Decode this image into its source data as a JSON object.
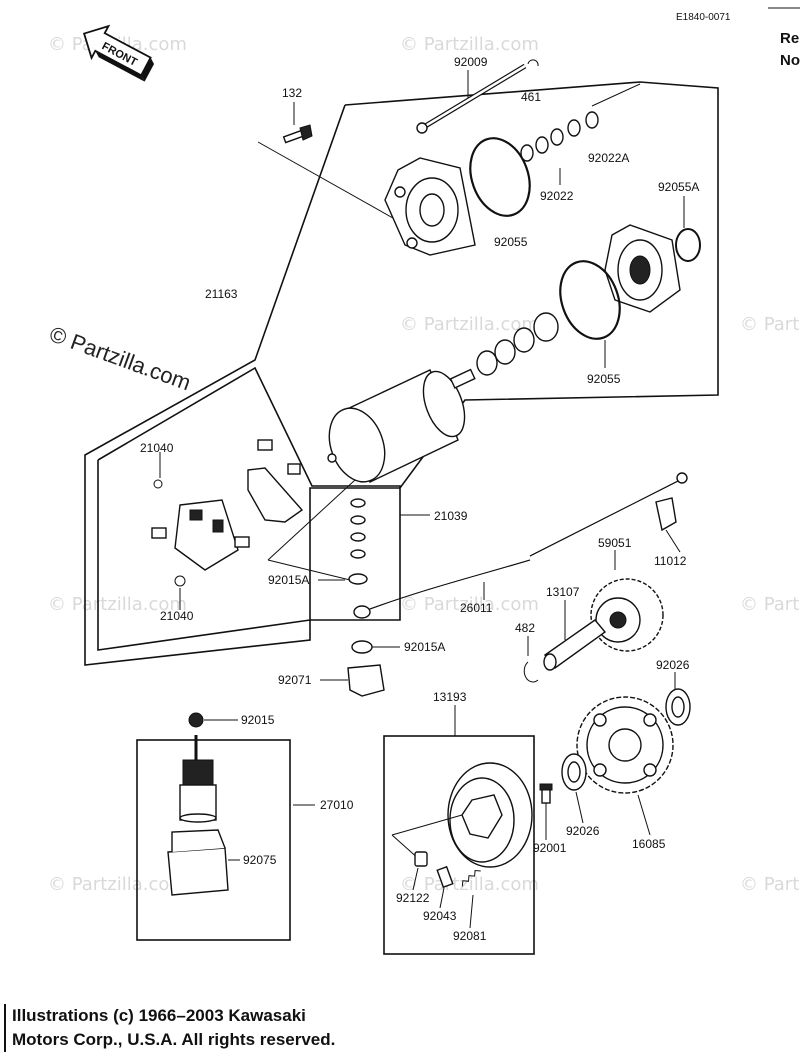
{
  "diagram_code": "E1840-0071",
  "front_label": "FRONT",
  "corner_text": [
    "Re",
    "No"
  ],
  "watermark": "© Partzilla.com",
  "watermark_small": "© Partzilla.com",
  "parts": {
    "p132": "132",
    "p92009": "92009",
    "p461": "461",
    "p92022A": "92022A",
    "p92022": "92022",
    "p92055A": "92055A",
    "p92055_top": "92055",
    "p21163": "21163",
    "p92055_mid": "92055",
    "p21040_top": "21040",
    "p21039": "21039",
    "p11012": "11012",
    "p92015A_1": "92015A",
    "p59051": "59051",
    "p21040_bot": "21040",
    "p13107": "13107",
    "p26011": "26011",
    "p482": "482",
    "p92015A_2": "92015A",
    "p92026_top": "92026",
    "p92071": "92071",
    "p13193": "13193",
    "p92015": "92015",
    "p27010": "27010",
    "p92026_bot": "92026",
    "p92001": "92001",
    "p16085": "16085",
    "p92075": "92075",
    "p92122": "92122",
    "p92043": "92043",
    "p92081": "92081"
  },
  "footer": {
    "line1": "Illustrations (c) 1966–2003 Kawasaki",
    "line2": "Motors Corp., U.S.A.  All rights reserved."
  }
}
